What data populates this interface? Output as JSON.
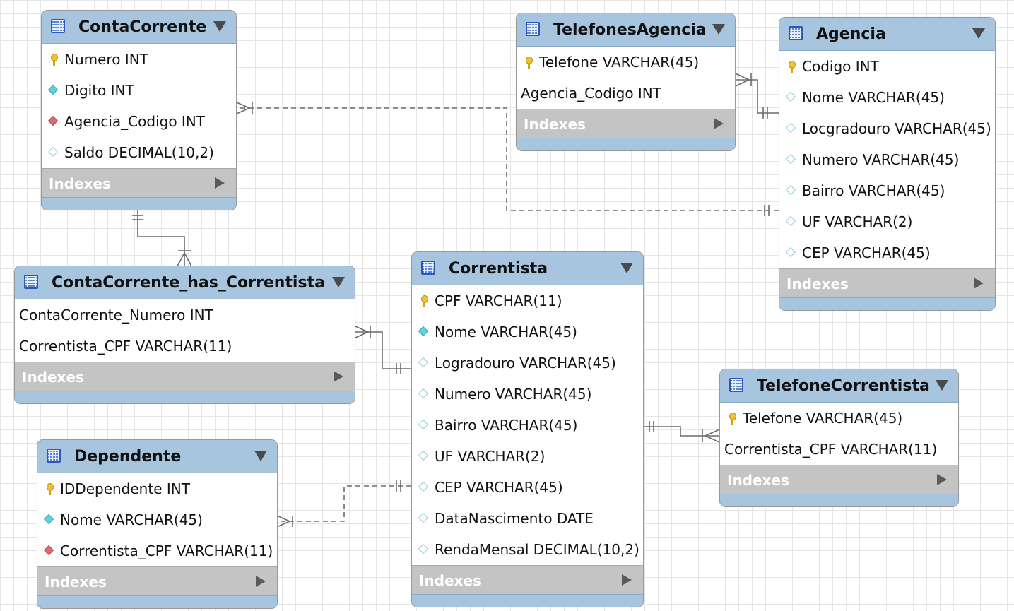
{
  "diagram": {
    "indexes_label": "Indexes",
    "entities": {
      "conta_corrente": {
        "title": "ContaCorrente",
        "fields": [
          {
            "name": "Numero INT",
            "icon": "primary-key"
          },
          {
            "name": "Digito INT",
            "icon": "not-null-column"
          },
          {
            "name": "Agencia_Codigo INT",
            "icon": "foreign-key"
          },
          {
            "name": "Saldo DECIMAL(10,2)",
            "icon": "nullable-column"
          }
        ]
      },
      "telefones_agencia": {
        "title": "TelefonesAgencia",
        "fields": [
          {
            "name": "Telefone VARCHAR(45)",
            "icon": "primary-key"
          },
          {
            "name": "Agencia_Codigo INT",
            "icon": "none"
          }
        ]
      },
      "agencia": {
        "title": "Agencia",
        "fields": [
          {
            "name": "Codigo INT",
            "icon": "primary-key"
          },
          {
            "name": "Nome VARCHAR(45)",
            "icon": "nullable-column"
          },
          {
            "name": "Locgradouro VARCHAR(45)",
            "icon": "nullable-column"
          },
          {
            "name": "Numero VARCHAR(45)",
            "icon": "nullable-column"
          },
          {
            "name": "Bairro VARCHAR(45)",
            "icon": "nullable-column"
          },
          {
            "name": "UF VARCHAR(2)",
            "icon": "nullable-column"
          },
          {
            "name": "CEP VARCHAR(45)",
            "icon": "nullable-column"
          }
        ]
      },
      "conta_corrente_has_correntista": {
        "title": "ContaCorrente_has_Correntista",
        "fields": [
          {
            "name": "ContaCorrente_Numero INT",
            "icon": "none"
          },
          {
            "name": "Correntista_CPF VARCHAR(11)",
            "icon": "none"
          }
        ]
      },
      "correntista": {
        "title": "Correntista",
        "fields": [
          {
            "name": "CPF VARCHAR(11)",
            "icon": "primary-key"
          },
          {
            "name": "Nome VARCHAR(45)",
            "icon": "not-null-column"
          },
          {
            "name": "Logradouro VARCHAR(45)",
            "icon": "nullable-column"
          },
          {
            "name": "Numero VARCHAR(45)",
            "icon": "nullable-column"
          },
          {
            "name": "Bairro VARCHAR(45)",
            "icon": "nullable-column"
          },
          {
            "name": "UF VARCHAR(2)",
            "icon": "nullable-column"
          },
          {
            "name": "CEP VARCHAR(45)",
            "icon": "nullable-column"
          },
          {
            "name": "DataNascimento DATE",
            "icon": "nullable-column"
          },
          {
            "name": "RendaMensal DECIMAL(10,2)",
            "icon": "nullable-column"
          }
        ]
      },
      "telefone_correntista": {
        "title": "TelefoneCorrentista",
        "fields": [
          {
            "name": "Telefone VARCHAR(45)",
            "icon": "primary-key"
          },
          {
            "name": "Correntista_CPF VARCHAR(11)",
            "icon": "none"
          }
        ]
      },
      "dependente": {
        "title": "Dependente",
        "fields": [
          {
            "name": "IDDependente INT",
            "icon": "primary-key"
          },
          {
            "name": "Nome VARCHAR(45)",
            "icon": "not-null-column"
          },
          {
            "name": "Correntista_CPF VARCHAR(11)",
            "icon": "foreign-key"
          }
        ]
      }
    },
    "relationships": [
      {
        "from": "Agencia",
        "to": "ContaCorrente",
        "style": "dashed",
        "cardinality": "one-to-many"
      },
      {
        "from": "Agencia",
        "to": "TelefonesAgencia",
        "style": "solid",
        "cardinality": "one-to-many"
      },
      {
        "from": "ContaCorrente",
        "to": "ContaCorrente_has_Correntista",
        "style": "solid",
        "cardinality": "one-to-many"
      },
      {
        "from": "Correntista",
        "to": "ContaCorrente_has_Correntista",
        "style": "solid",
        "cardinality": "one-to-many"
      },
      {
        "from": "Correntista",
        "to": "TelefoneCorrentista",
        "style": "solid",
        "cardinality": "one-to-many"
      },
      {
        "from": "Correntista",
        "to": "Dependente",
        "style": "dashed",
        "cardinality": "one-to-many"
      }
    ]
  }
}
